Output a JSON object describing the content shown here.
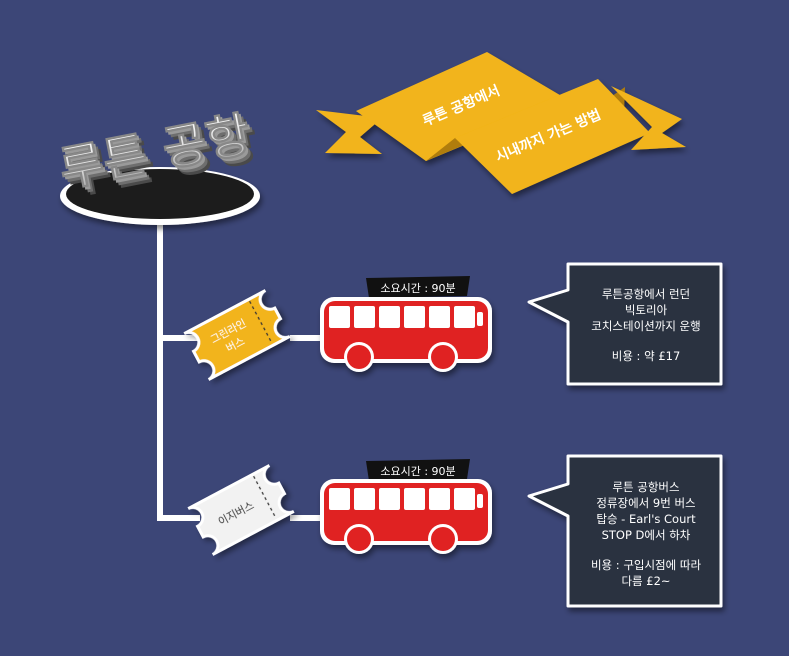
{
  "title": {
    "main": "루튼 공항",
    "banner_line1": "루튼 공항에서",
    "banner_line2": "시내까지 가는 방법"
  },
  "routes": [
    {
      "ticket_label_line1": "그린라인",
      "ticket_label_line2": "버스",
      "duration": "소요시간 : 90분",
      "info_lines": [
        "루튼공항에서 런던",
        "빅토리아",
        "코치스테이션까지 운행"
      ],
      "cost_lines": [
        "비용 : 약 £17"
      ]
    },
    {
      "ticket_label_line1": "이지버스",
      "ticket_label_line2": "",
      "duration": "소요시간 : 90분",
      "info_lines": [
        "루튼 공항버스",
        "정류장에서 9번 버스",
        "탑승 - Earl's Court",
        "STOP D에서 하차"
      ],
      "cost_lines": [
        "비용 : 구입시점에 따라",
        "다름 £2~"
      ]
    }
  ],
  "colors": {
    "background": "#3c4677",
    "banner": "#f2b41a",
    "banner_fold": "#b07d0c",
    "ticket_yellow": "#f2b41a",
    "ticket_white": "#f2f2f2",
    "bus_red": "#e02424",
    "info_box": "#2b3040",
    "duration_tag": "#111111"
  }
}
